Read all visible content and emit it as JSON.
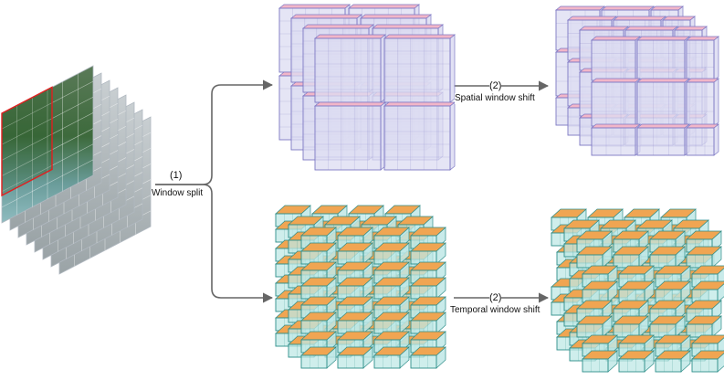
{
  "labels": {
    "split_num": "(1)",
    "split_text": "Window split",
    "spatial_num": "(2)",
    "spatial_text": "Spatial window shift",
    "temporal_num": "(2)",
    "temporal_text": "Temporal window shift"
  },
  "colors": {
    "purple_face": "#dcdcf2",
    "purple_edge": "#7d78c4",
    "pink_top": "#f2b6c8",
    "teal_face": "#bfe8e6",
    "teal_edge": "#2e8e8a",
    "orange_top": "#f0a552",
    "frame_border": "#b0b8c0",
    "highlight": "#e02020",
    "arrow": "#666666"
  }
}
